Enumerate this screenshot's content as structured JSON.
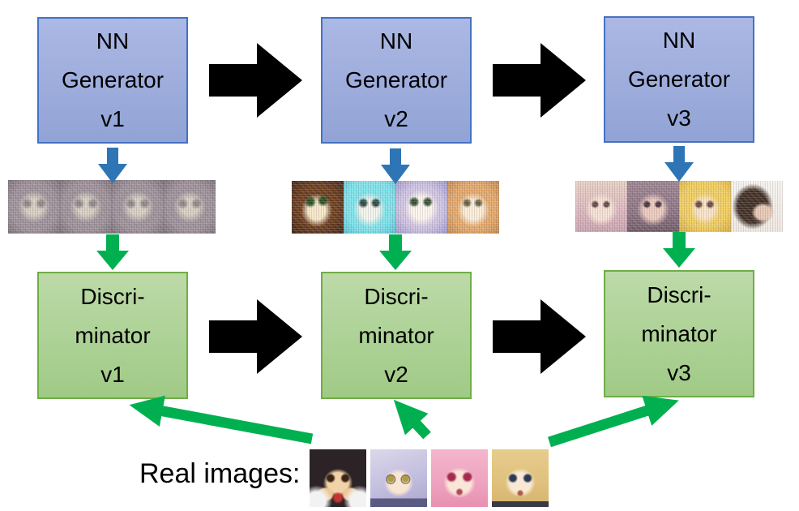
{
  "generators": [
    {
      "line1": "NN",
      "line2": "Generator",
      "line3": "v1"
    },
    {
      "line1": "NN",
      "line2": "Generator",
      "line3": "v2"
    },
    {
      "line1": "NN",
      "line2": "Generator",
      "line3": "v3"
    }
  ],
  "discriminators": [
    {
      "line1": "Discri-",
      "line2": "minator",
      "line3": "v1"
    },
    {
      "line1": "Discri-",
      "line2": "minator",
      "line3": "v2"
    },
    {
      "line1": "Discri-",
      "line2": "minator",
      "line3": "v3"
    }
  ],
  "real_images_caption": "Real images:",
  "generated_samples": [
    {
      "generator": "v1",
      "tiles": [
        "blurry gray-purple face",
        "blurry gray-purple face",
        "blurry gray-purple face",
        "blurry gray-purple face"
      ]
    },
    {
      "generator": "v2",
      "tiles": [
        "noisy dark-brown face",
        "noisy cyan face",
        "noisy white-purple face",
        "noisy orange face"
      ]
    },
    {
      "generator": "v3",
      "tiles": [
        "soft pink-haired face",
        "muted purple face",
        "blonde-haired face",
        "dark-haired face on white"
      ]
    }
  ],
  "real_images": [
    "black-haired anime girl with red ribbon",
    "silver-haired anime girl with glasses",
    "pink-haired anime girl",
    "blonde anime girl"
  ],
  "colors": {
    "flow-arrow": "#000000",
    "generator-arrow": "#2e75b6",
    "feed-arrow": "#00b050",
    "generator-fill-top": "#acb8e4",
    "generator-fill-bottom": "#91a3d5",
    "generator-border": "#4472c4",
    "discriminator-fill-top": "#bcdaa8",
    "discriminator-fill-bottom": "#a0ca86",
    "discriminator-border": "#70ad47",
    "text-color": "#000000"
  }
}
